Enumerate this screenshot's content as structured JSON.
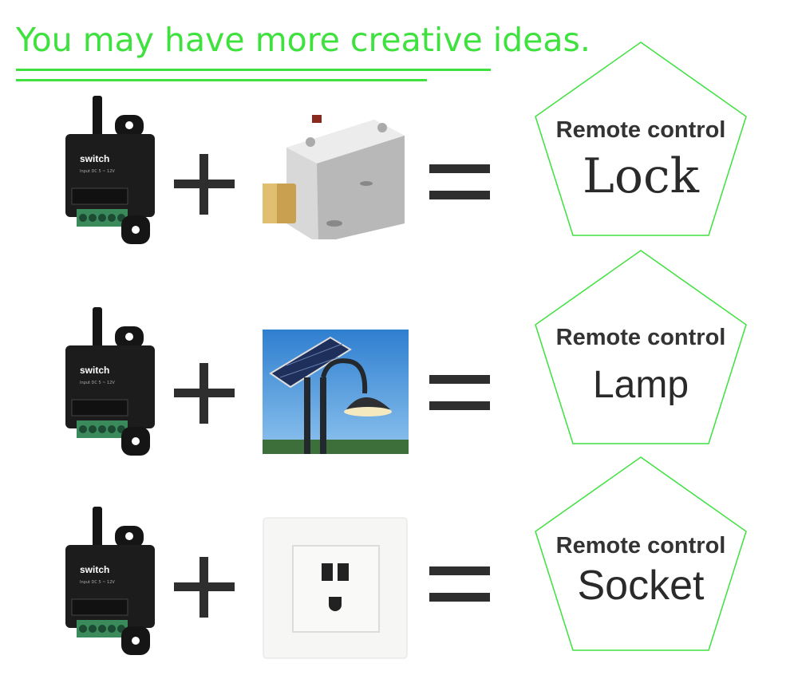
{
  "headline": "You may have more creative ideas.",
  "module_label": "switch",
  "module_sublabel": "Input DC 5 ~ 12V",
  "rows": [
    {
      "product": "lock",
      "line1": "Remote control",
      "line2": "Lock"
    },
    {
      "product": "lamp",
      "line1": "Remote control",
      "line2": "Lamp"
    },
    {
      "product": "socket",
      "line1": "Remote control",
      "line2": "Socket"
    }
  ],
  "colors": {
    "accent": "#3fe13f",
    "symbol": "#2e2e2e",
    "module": "#1c1c1c",
    "terminal": "#3a8a5c"
  }
}
